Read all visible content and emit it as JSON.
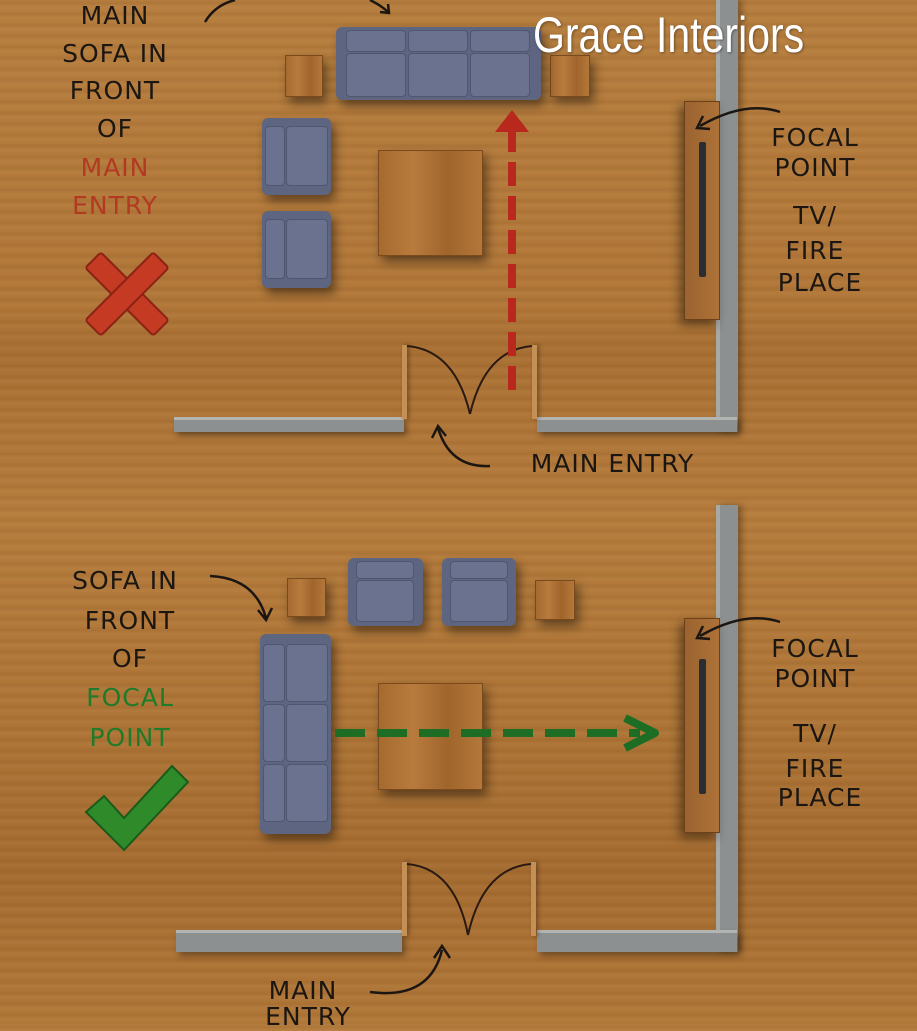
{
  "watermark": "Grace Interiors",
  "top_plan": {
    "label_lines": [
      "MAIN",
      "SOFA IN",
      "FRONT",
      "OF"
    ],
    "label_highlight": [
      "MAIN",
      "ENTRY"
    ],
    "verdict_icon": "red-x-icon",
    "focal_label": [
      "FOCAL",
      "POINT"
    ],
    "tv_label": [
      "TV/",
      "FIRE",
      "PLACE"
    ],
    "entry_label": "MAIN ENTRY",
    "arrow_color": "#b8281c"
  },
  "bottom_plan": {
    "label_lines": [
      "SOFA IN",
      "FRONT",
      "OF"
    ],
    "label_highlight": [
      "FOCAL",
      "POINT"
    ],
    "verdict_icon": "green-check-icon",
    "focal_label": [
      "FOCAL",
      "POINT"
    ],
    "tv_label": [
      "TV/",
      "FIRE",
      "PLACE"
    ],
    "entry_label": [
      "MAIN",
      "ENTRY"
    ],
    "arrow_color": "#1d6e24"
  }
}
